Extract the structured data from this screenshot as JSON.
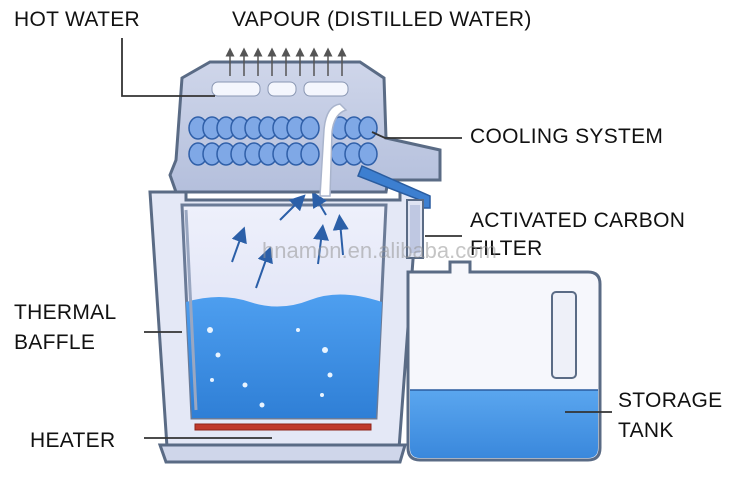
{
  "labels": {
    "hot_water": "HOT WATER",
    "vapour": "VAPOUR (DISTILLED WATER)",
    "cooling_system": "COOLING SYSTEM",
    "activated_carbon_filter_line1": "ACTIVATED CARBON",
    "activated_carbon_filter_line2": "FILTER",
    "thermal_baffle_line1": "THERMAL",
    "thermal_baffle_line2": "BAFFLE",
    "storage_tank_line1": "STORAGE",
    "storage_tank_line2": "TANK",
    "heater": "HEATER"
  },
  "watermark": "hnamon.en.alibaba.com",
  "colors": {
    "water_blue": "#3d8fe0",
    "coil_blue": "#5a8ed6",
    "heater_red": "#c0392b",
    "outline": "#5a6b85"
  }
}
